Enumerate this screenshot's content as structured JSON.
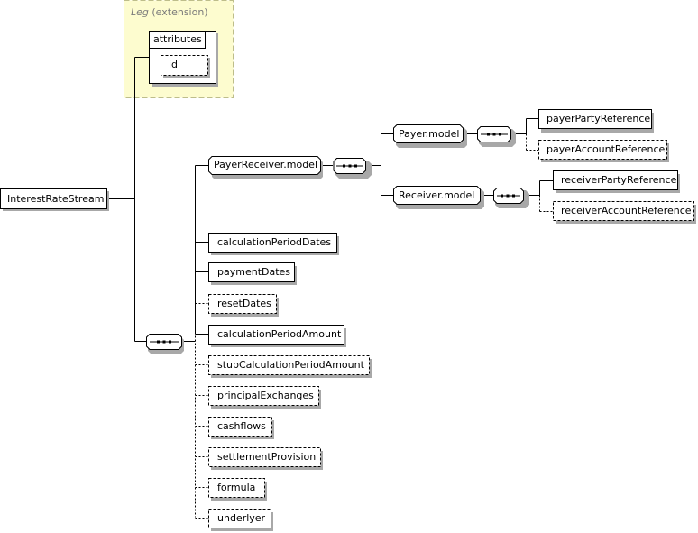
{
  "extension": {
    "base_name": "Leg",
    "suffix": "(extension)"
  },
  "attributes": {
    "label": "attributes",
    "items": [
      "id"
    ]
  },
  "root": {
    "label": "InterestRateStream"
  },
  "groups": {
    "payer_receiver": "PayerReceiver.model",
    "payer": "Payer.model",
    "receiver": "Receiver.model"
  },
  "elements": {
    "payerPartyReference": "payerPartyReference",
    "payerAccountReference": "payerAccountReference",
    "receiverPartyReference": "receiverPartyReference",
    "receiverAccountReference": "receiverAccountReference",
    "calculationPeriodDates": "calculationPeriodDates",
    "paymentDates": "paymentDates",
    "resetDates": "resetDates",
    "calculationPeriodAmount": "calculationPeriodAmount",
    "stubCalculationPeriodAmount": "stubCalculationPeriodAmount",
    "principalExchanges": "principalExchanges",
    "cashflows": "cashflows",
    "settlementProvision": "settlementProvision",
    "formula": "formula",
    "underlyer": "underlyer"
  },
  "colors": {
    "extension_fill": "#fdfccf",
    "extension_border": "#c8c8a0",
    "shadow": "#a8a8a8",
    "line": "#000000"
  }
}
